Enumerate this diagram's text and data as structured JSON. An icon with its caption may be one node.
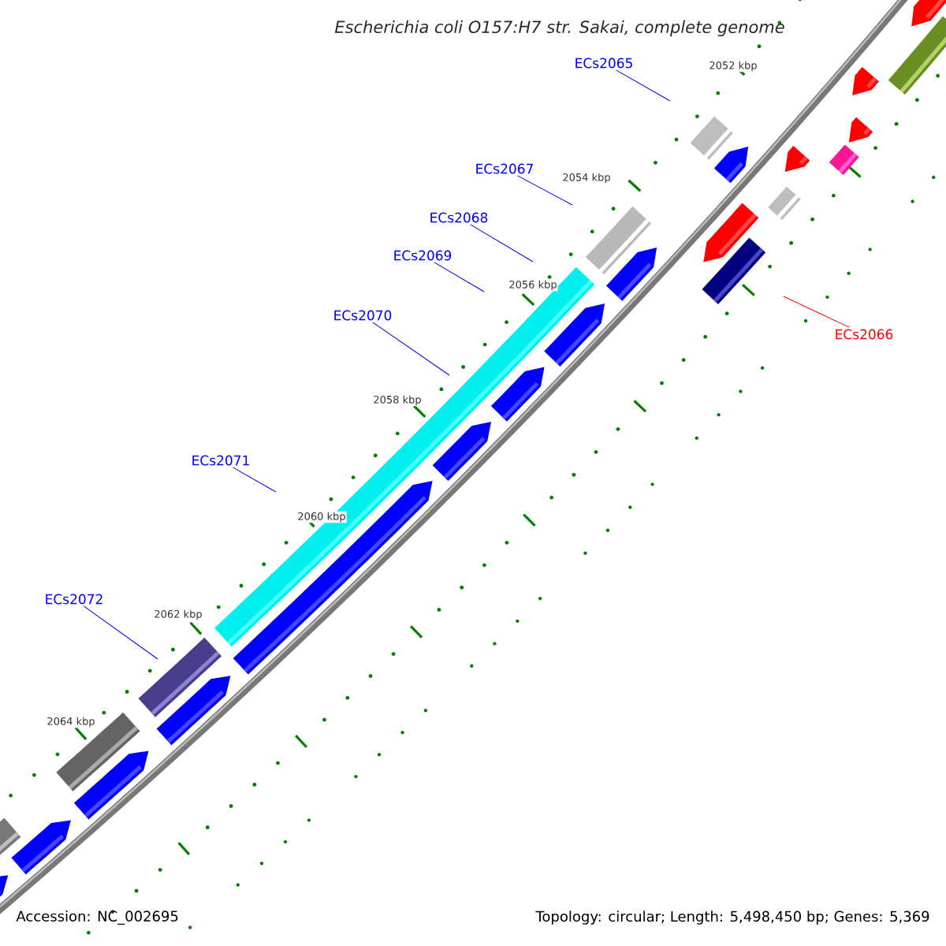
{
  "diagram": {
    "title": "Escherichia coli O157:H7 str. Sakai, complete genome",
    "nodes": [
      {
        "text": [
          "ECs2065"
        ]
      },
      {
        "text": [
          "ECs2067"
        ]
      },
      {
        "text": [
          "ECs2068"
        ]
      },
      {
        "text": [
          "ECs2069"
        ]
      },
      {
        "text": [
          "ECs2070"
        ]
      },
      {
        "text": [
          "ECs2066"
        ]
      },
      {
        "text": [
          "ECs2071"
        ]
      },
      {
        "text": [
          "ECs2072"
        ]
      }
    ],
    "edges": [
      {
        "from": 0,
        "to": null,
        "arrow": "none"
      },
      {
        "from": 1,
        "to": null,
        "arrow": "none"
      },
      {
        "from": 2,
        "to": null,
        "arrow": "none"
      },
      {
        "from": 3,
        "to": null,
        "arrow": "none"
      },
      {
        "from": 4,
        "to": null,
        "arrow": "none"
      },
      {
        "from": 5,
        "to": null,
        "arrow": "none",
        "color": "#ff0000"
      },
      {
        "from": 6,
        "to": null,
        "arrow": "none"
      },
      {
        "from": 7,
        "to": null,
        "arrow": "none"
      }
    ],
    "labels": [
      "2052 kbp",
      "2054 kbp",
      "2056 kbp",
      "2058 kbp",
      "2060 kbp",
      "2062 kbp",
      "2064 kbp",
      "Accession: NC_002695",
      "Topology: circular; Length: 5,498,450 bp; Genes: 5,369"
    ]
  }
}
